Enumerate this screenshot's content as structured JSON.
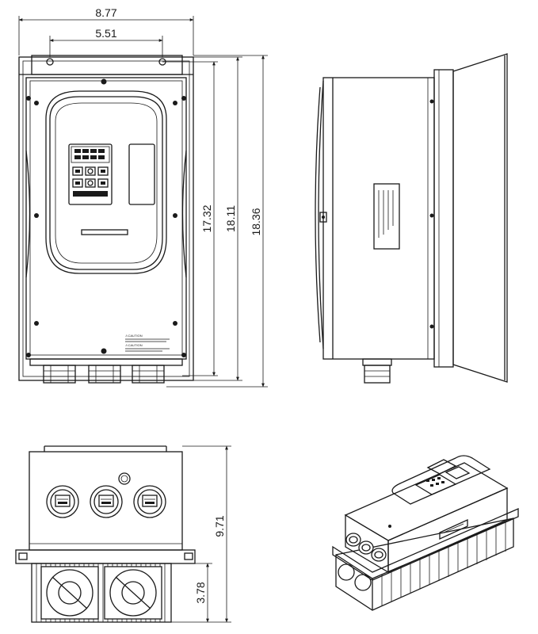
{
  "dimensions": {
    "front_width": "8.77",
    "mount_hole_spacing": "5.51",
    "mount_height": "17.32",
    "body_height": "18.11",
    "overall_height": "18.36",
    "depth": "9.71",
    "heatsink_depth": "3.78"
  },
  "label_text": {
    "caution_1": "⚠CAUTION",
    "caution_2": "⚠CAUTION"
  }
}
